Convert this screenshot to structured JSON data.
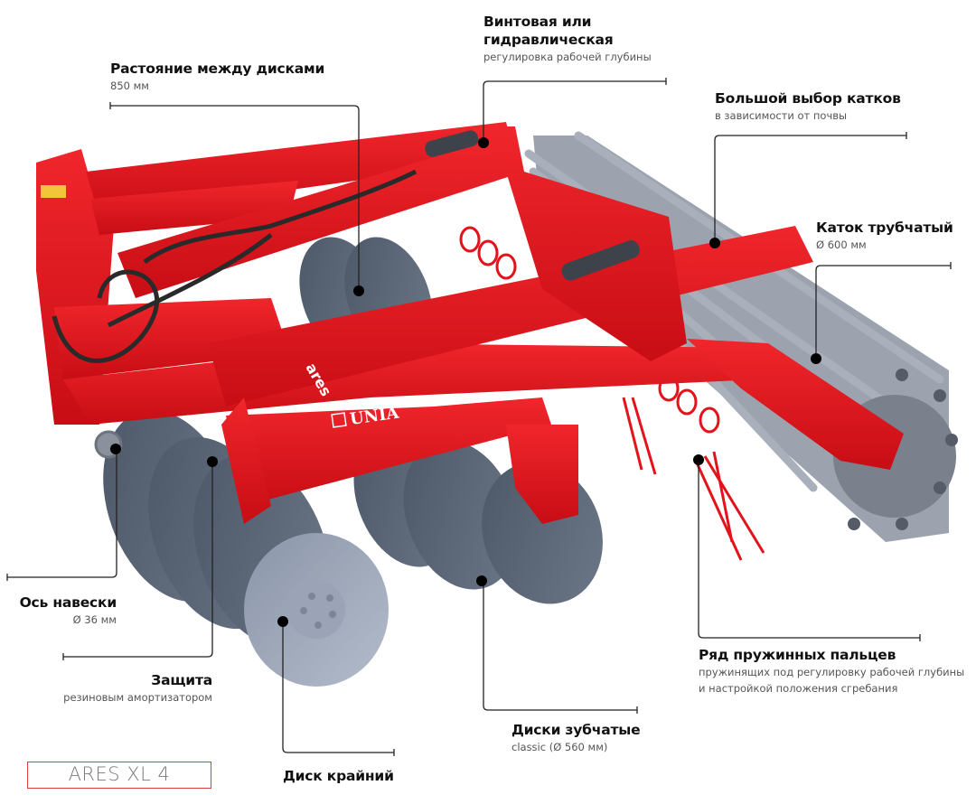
{
  "product": {
    "model_name": "ARES XL 4",
    "brand_logo_text": "UNIA",
    "frame_decal_text": "ares",
    "colors": {
      "frame": "#e3121b",
      "discs": "#5e6a7b",
      "roller": "#7d8592",
      "badge_border": "#e0393e",
      "leader": "#222222"
    }
  },
  "callouts": [
    {
      "id": "disc-spacing",
      "title": "Растояние между дисками",
      "subtitle": "850 мм"
    },
    {
      "id": "depth-adjustment",
      "title_lines": [
        "Винтовая или",
        "гидравлическая"
      ],
      "subtitle": "регулировка рабочей глубины"
    },
    {
      "id": "roller-choice",
      "title": "Большой выбор катков",
      "subtitle": "в зависимости от почвы"
    },
    {
      "id": "tube-roller",
      "title": "Каток трубчатый",
      "subtitle": "Ø 600 мм"
    },
    {
      "id": "hitch-axle",
      "title": "Ось навески",
      "subtitle": "Ø 36 мм"
    },
    {
      "id": "protection",
      "title": "Защита",
      "subtitle": "резиновым амортизатором"
    },
    {
      "id": "edge-disc",
      "title": "Диск крайний",
      "subtitle": ""
    },
    {
      "id": "toothed-discs",
      "title": "Диски зубчатые",
      "subtitle": "classic (Ø 560 мм)"
    },
    {
      "id": "spring-tines",
      "title": "Ряд пружинных пальцев",
      "subtitle_lines": [
        "пружинящих под регулировку рабочей глубины",
        "и настройкой положения сгребания"
      ]
    }
  ]
}
